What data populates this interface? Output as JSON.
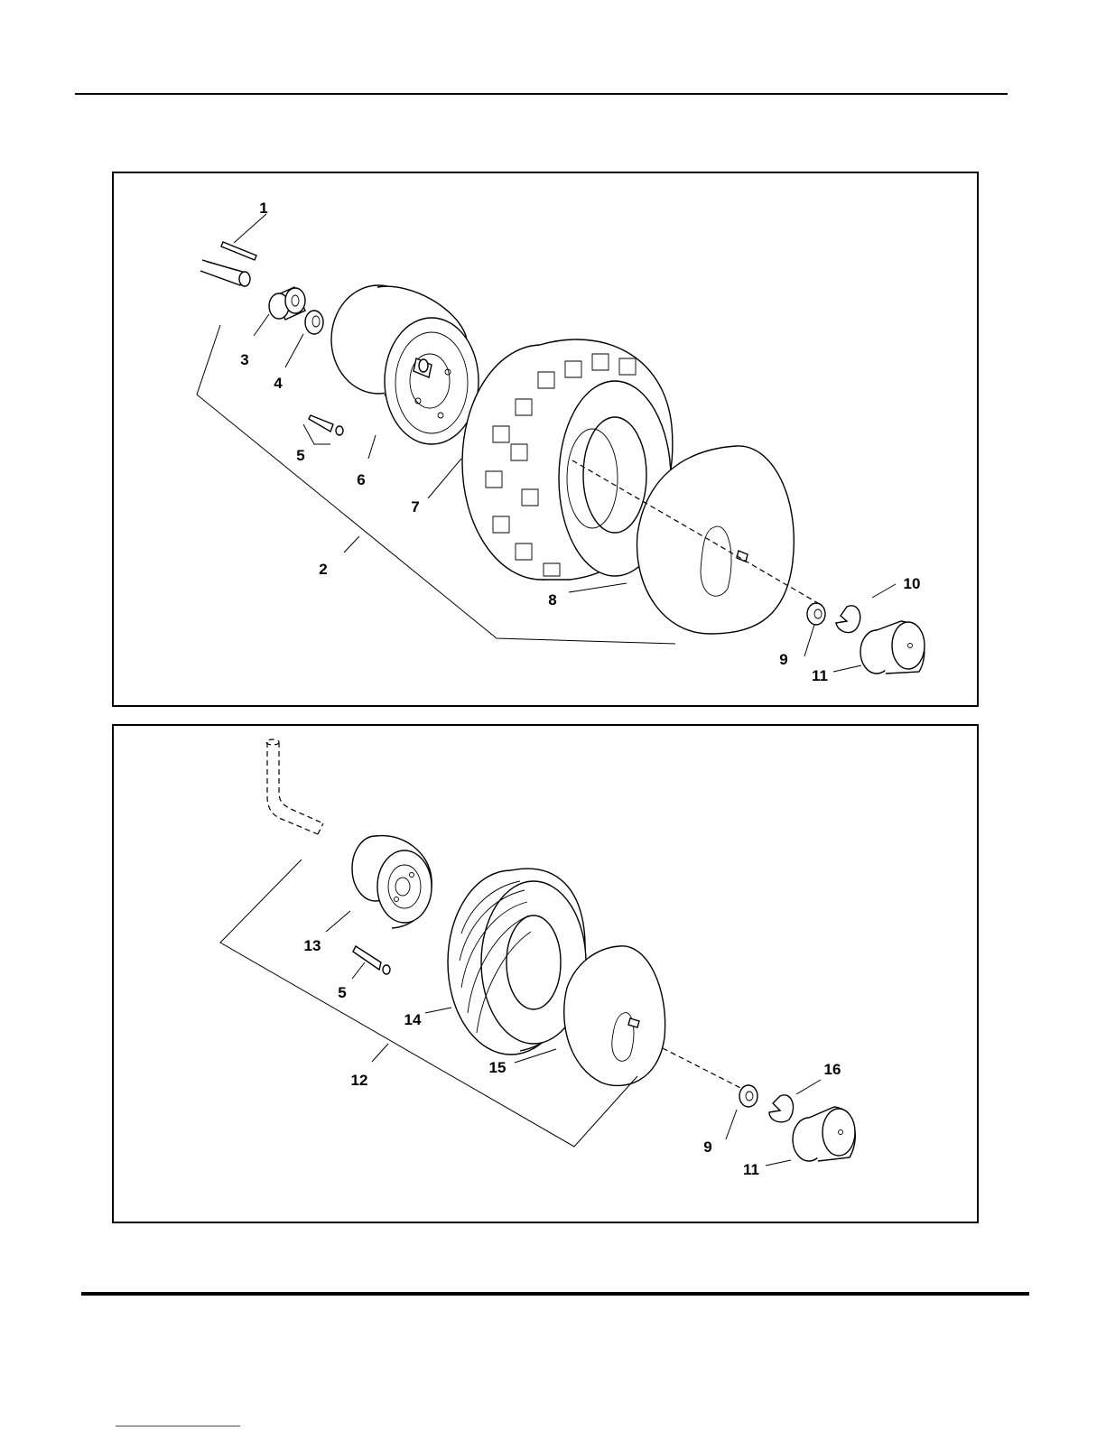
{
  "rear_assembly": {
    "callouts": [
      "1",
      "2",
      "3",
      "4",
      "5",
      "6",
      "7",
      "8",
      "9",
      "10",
      "11"
    ]
  },
  "front_assembly": {
    "callouts": [
      "5",
      "9",
      "11",
      "12",
      "13",
      "14",
      "15",
      "16"
    ]
  }
}
